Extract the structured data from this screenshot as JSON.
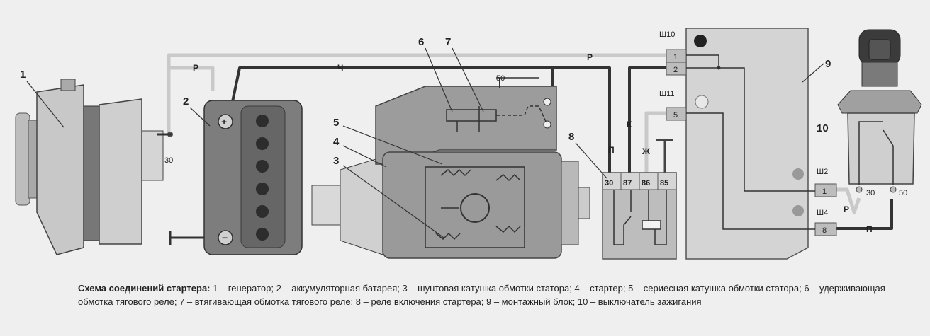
{
  "labels": {
    "generator": "1",
    "battery": "2",
    "shunt_coil": "3",
    "starter": "4",
    "series_coil": "5",
    "hold_coil": "6",
    "pull_coil": "7",
    "relay": "8",
    "mount_block": "9",
    "ignition_switch": "10"
  },
  "wires": {
    "r_top": "Р",
    "r_left": "Р",
    "ch": "Ч",
    "k": "К",
    "p_relay": "П",
    "zh": "Ж",
    "r_switch": "Р",
    "p_switch": "П"
  },
  "terminals": {
    "gen_30": "30",
    "sol_50": "50",
    "sw_30": "30",
    "sw_50": "50"
  },
  "relay_pins": [
    "30",
    "87",
    "86",
    "85"
  ],
  "connectors": {
    "sh10": "Ш10",
    "sh10_pin1": "1",
    "sh10_pin2": "2",
    "sh11": "Ш11",
    "sh11_pin5": "5",
    "sh2": "Ш2",
    "sh2_pin1": "1",
    "sh4": "Ш4",
    "sh4_pin8": "8"
  },
  "battery_signs": {
    "plus": "+",
    "minus": "−"
  },
  "caption": {
    "title": "Схема соединений стартера:",
    "body": " 1 – генератор; 2 – аккумуляторная батарея; 3 – шунтовая катушка обмотки статора; 4 – стартер; 5 – сериесная катушка обмотки статора; 6 – удерживающая обмотка тягового реле; 7 – втягивающая обмотка тягового реле; 8 – реле включения стартера; 9 – монтажный блок; 10 – выключатель зажигания"
  }
}
